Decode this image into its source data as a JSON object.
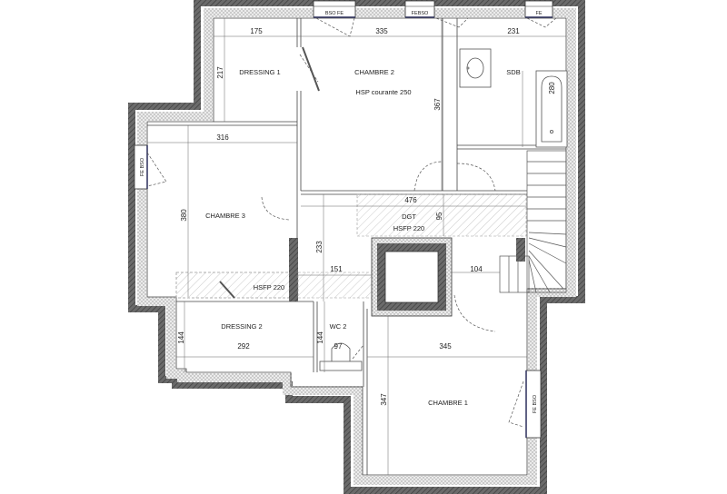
{
  "rooms": {
    "dressing1": "DRESSING 1",
    "chambre2": "CHAMBRE 2",
    "chambre2_hsp": "HSP courante 250",
    "sdb": "SDB",
    "chambre3": "CHAMBRE 3",
    "dgt": "DGT",
    "dgt_hsfp": "HSFP 220",
    "corridor_hsfp": "HSFP 220",
    "dressing2": "DRESSING 2",
    "wc2": "WC 2",
    "chambre1": "CHAMBRE 1"
  },
  "dimensions": {
    "dressing1_width": "175",
    "dressing1_height": "217",
    "chambre2_width": "335",
    "chambre2_height": "367",
    "sdb_width": "231",
    "sdb_height": "280",
    "chambre3_width": "316",
    "chambre3_height": "380",
    "dgt_width": "476",
    "dgt_height": "95",
    "corridor_height": "233",
    "corridor_left": "151",
    "corridor_right": "104",
    "dressing2_width": "292",
    "dressing2_height": "144",
    "wc2_height": "144",
    "wc2_width": "97",
    "chambre1_width": "345",
    "chambre1_height": "347"
  },
  "windows": {
    "top_left": "BSO  FE",
    "top_middle": "FEBSO",
    "top_right": "FE",
    "left": "FE  BSO",
    "right": "FE  BSO"
  },
  "colors": {
    "wall": "#5a5a5a",
    "insulation": "#e4e4e4",
    "line": "#333333",
    "hatch": "#9a9a9a"
  }
}
